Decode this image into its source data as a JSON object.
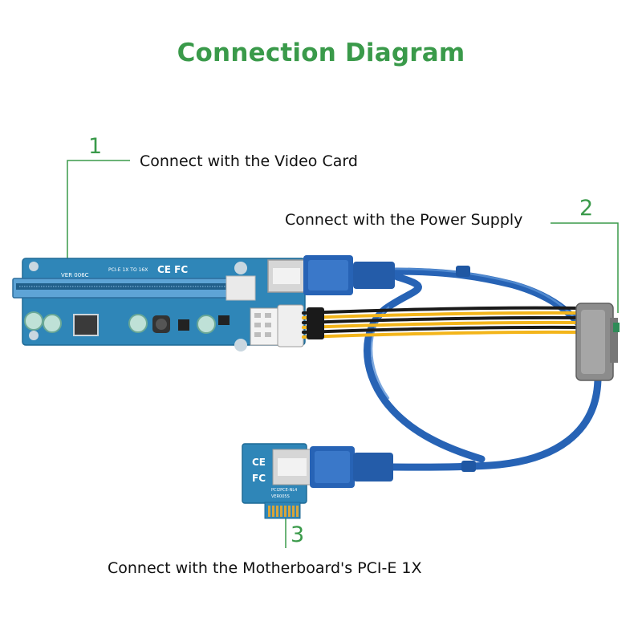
{
  "title": "Connection Diagram",
  "callouts": [
    {
      "number": "1",
      "label": "Connect with the Video Card"
    },
    {
      "number": "2",
      "label": "Connect with the Power Supply"
    },
    {
      "number": "3",
      "label": "Connect with the Motherboard's PCI-E 1X"
    }
  ],
  "board_markings": {
    "riser_version": "VER 006C",
    "riser_spec": "PCI-E 1X TO 16X",
    "riser_cert": "CE FC",
    "adapter_cert_ce": "CE",
    "adapter_cert_fc": "FC",
    "adapter_spec": "PCI2PCE-NL4",
    "adapter_version": "VER005S"
  },
  "colors": {
    "accent_green": "#3a9a4a",
    "pcb_blue": "#2f86b8",
    "cable_blue": "#2763b5",
    "power_yellow": "#f3b51b",
    "power_black": "#1a1a1a",
    "sata_gray": "#8c8c8c"
  }
}
